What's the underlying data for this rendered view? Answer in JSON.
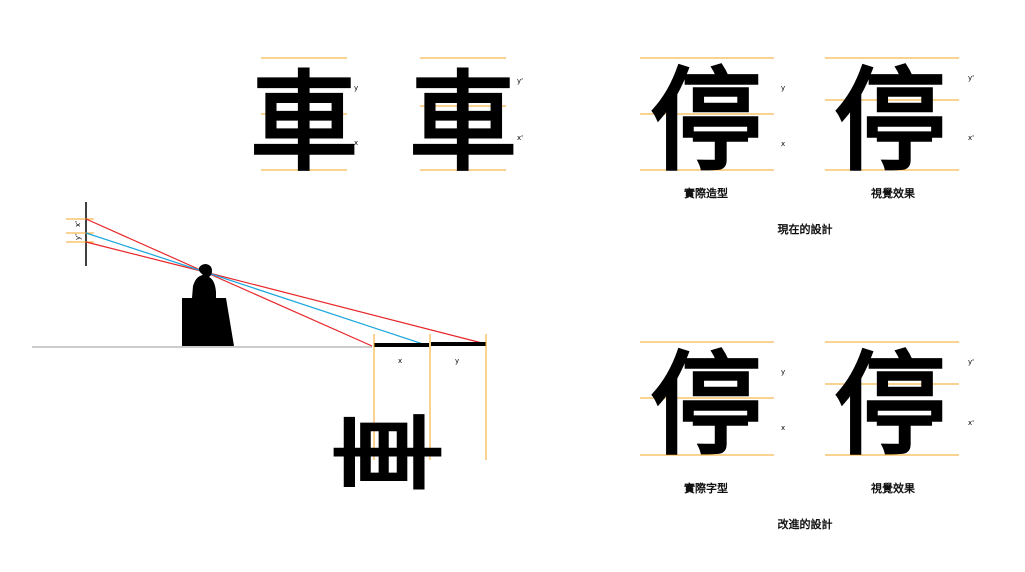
{
  "colors": {
    "guide": "#f5a623",
    "ray_red": "#e8262a",
    "ray_blue": "#1ba7dd",
    "ground": "#9a9a9a",
    "ink": "#000000"
  },
  "chars": {
    "che": "車",
    "ting": "停"
  },
  "labels": {
    "x": "x",
    "y": "y",
    "x_prime": "x'",
    "y_prime": "y'"
  },
  "captions": {
    "current_actual": "實際造型",
    "current_visual": "視覺效果",
    "current_title": "現在的設計",
    "improved_actual": "實際字型",
    "improved_visual": "視覺效果",
    "improved_title": "改進的設計"
  }
}
